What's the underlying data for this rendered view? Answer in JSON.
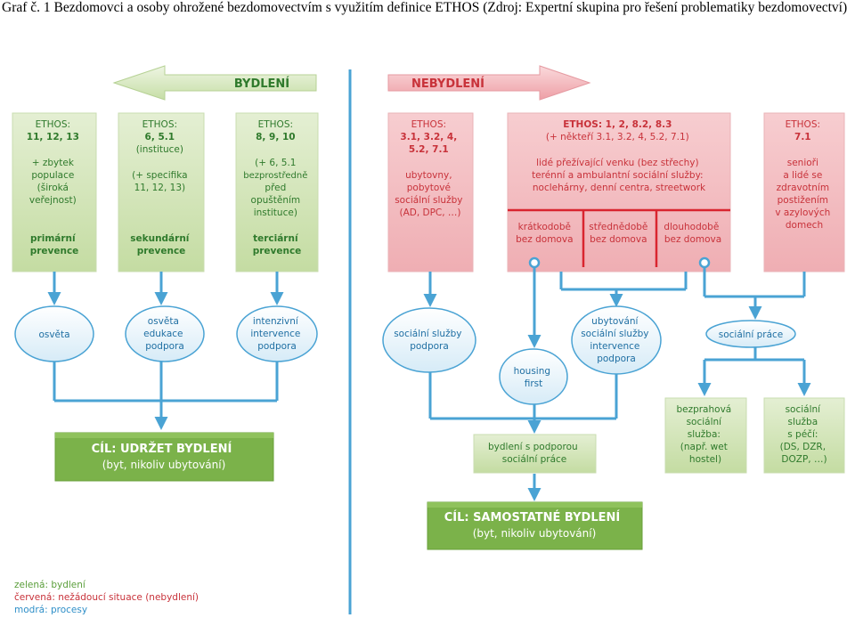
{
  "caption": "Graf č. 1 Bezdomovci a osoby ohrožené bezdomovectvím s využitím definice ETHOS (Zdroj: Expertní skupina pro řešení problematiky bezdomovectví)",
  "colors": {
    "green_fill": "#cfe3b2",
    "green_dark": "#7bb24a",
    "green_text": "#2f7a2c",
    "red_fill": "#f4bcc0",
    "red_dark": "#e06670",
    "red_text": "#c8323a",
    "blue_line": "#4aa3d4",
    "blue_fill": "#e3f1fa",
    "divider": "#4aa3d4"
  },
  "arrows": {
    "left": "BYDLENÍ",
    "right": "NEBYDLENÍ"
  },
  "green_boxes": [
    {
      "head": [
        "ETHOS:",
        "11, 12, 13"
      ],
      "body": [
        "+ zbytek",
        "populace",
        "(široká",
        "veřejnost)"
      ],
      "foot": [
        "primární",
        "prevence"
      ]
    },
    {
      "head": [
        "ETHOS:",
        "6, 5.1"
      ],
      "body": [
        "(instituce)",
        "",
        "(+ specifika",
        "11, 12, 13)"
      ],
      "foot": [
        "sekundární",
        "prevence"
      ]
    },
    {
      "head": [
        "ETHOS:",
        "8, 9, 10"
      ],
      "body": [
        "(+ 6, 5.1",
        "bezprostředně",
        "před",
        "opuštěním",
        "instituce)"
      ],
      "foot": [
        "terciární",
        "prevence"
      ]
    }
  ],
  "red_boxes": {
    "left": {
      "head": [
        "ETHOS:",
        "3.1, 3.2, 4,",
        "5.2, 7.1"
      ],
      "body": [
        "ubytovny,",
        "pobytové",
        "sociální služby",
        "(AD, DPC, …)"
      ]
    },
    "center": {
      "head1": "ETHOS: 1, 2, 8.2, 8.3",
      "head2": "(+ někteří 3.1, 3.2, 4, 5.2, 7.1)",
      "body": [
        "lidé přežívající venku (bez střechy)",
        "terénní a ambulantní sociální služby:",
        "noclehárny, denní centra, streetwork"
      ],
      "cols": [
        [
          "krátkodobě",
          "bez domova"
        ],
        [
          "střednědobě",
          "bez domova"
        ],
        [
          "dlouhodobě",
          "bez domova"
        ]
      ]
    },
    "right": {
      "head": [
        "ETHOS:",
        "7.1"
      ],
      "body": [
        "senioři",
        "a lidé se",
        "zdravotním",
        "postižením",
        "v azylových",
        "domech"
      ]
    }
  },
  "ellipses": {
    "osveta": [
      "osvěta"
    ],
    "osveta_edukace": [
      "osvěta",
      "edukace",
      "podpora"
    ],
    "intenzivni": [
      "intenzivní",
      "intervence",
      "podpora"
    ],
    "socialni_sluzby": [
      "sociální služby",
      "podpora"
    ],
    "housing_first": [
      "housing",
      "first"
    ],
    "ubytovani": [
      "ubytování",
      "sociální služby",
      "intervence",
      "podpora"
    ],
    "socialni_prace": [
      "sociální práce"
    ]
  },
  "small_boxes": {
    "bydleni_podpora": [
      "bydlení s podporou",
      "sociální práce"
    ],
    "bezprahova": [
      "bezprahová",
      "sociální",
      "služba:",
      "(např. wet",
      "hostel)"
    ],
    "socialni_pece": [
      "sociální",
      "služba",
      "s péčí:",
      "(DS, DZR,",
      "DOZP, …)"
    ]
  },
  "goals": {
    "udrzet": [
      "CÍL: UDRŽET BYDLENÍ",
      "(byt, nikoliv ubytování)"
    ],
    "samostatne": [
      "CÍL: SAMOSTATNÉ BYDLENÍ",
      "(byt, nikoliv ubytování)"
    ]
  },
  "legend": [
    {
      "key": "zelená:",
      "val": " bydlení"
    },
    {
      "key": "červená:",
      "val": " nežádoucí situace (nebydlení)"
    },
    {
      "key": "modrá:",
      "val": " procesy"
    }
  ]
}
